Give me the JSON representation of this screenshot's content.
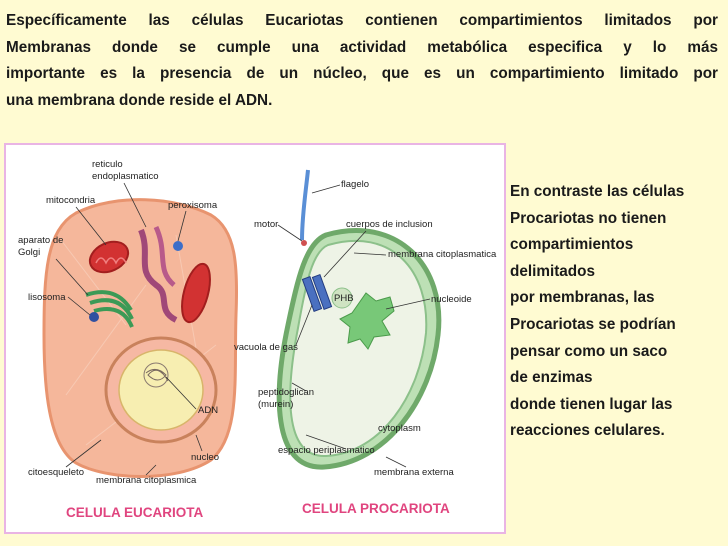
{
  "intro": {
    "lines": [
      "Específicamente las células Eucariotas contienen compartimientos limitados por",
      "Membranas donde se cumple una actividad metabólica especifica y  lo más",
      "importante es la presencia de un núcleo, que es un compartimiento  limitado  por",
      "una membrana donde reside el ADN."
    ]
  },
  "figure": {
    "eukaryote": {
      "title": "CELULA EUCARIOTA",
      "labels": {
        "reticulo": "reticulo",
        "reticulo2": "endoplasmatico",
        "mitocondria": "mitocondria",
        "peroxisoma": "peroxisoma",
        "golgi": "aparato de",
        "golgi2": "Golgi",
        "lisosoma": "lisosoma",
        "adn": "ADN",
        "citoesqueleto": "citoesqueleto",
        "nucleo": "nucleo",
        "membrana": "membrana citoplasmica"
      }
    },
    "prokaryote": {
      "title": "CELULA PROCARIOTA",
      "labels": {
        "flagelo": "flagelo",
        "motor": "motor",
        "cuerpos": "cuerpos de inclusion",
        "membrana_cito": "membrana citoplasmatica",
        "phb": "PHB",
        "nucleoide": "nucleoide",
        "vacuola": "vacuola de gas",
        "peptido": "peptidoglican",
        "murein": "(murein)",
        "cytoplasm": "cytoplasm",
        "espacio": "espacio periplasmatico",
        "membrana_ext": "membrana externa"
      }
    }
  },
  "side": {
    "lines": [
      "En contraste las células",
      "Procariotas no tienen",
      "compartimientos",
      "delimitados",
      "por membranas, las",
      "Procariotas se podrían",
      "pensar como un saco",
      "de enzimas",
      "donde tienen lugar las",
      "reacciones celulares."
    ]
  }
}
